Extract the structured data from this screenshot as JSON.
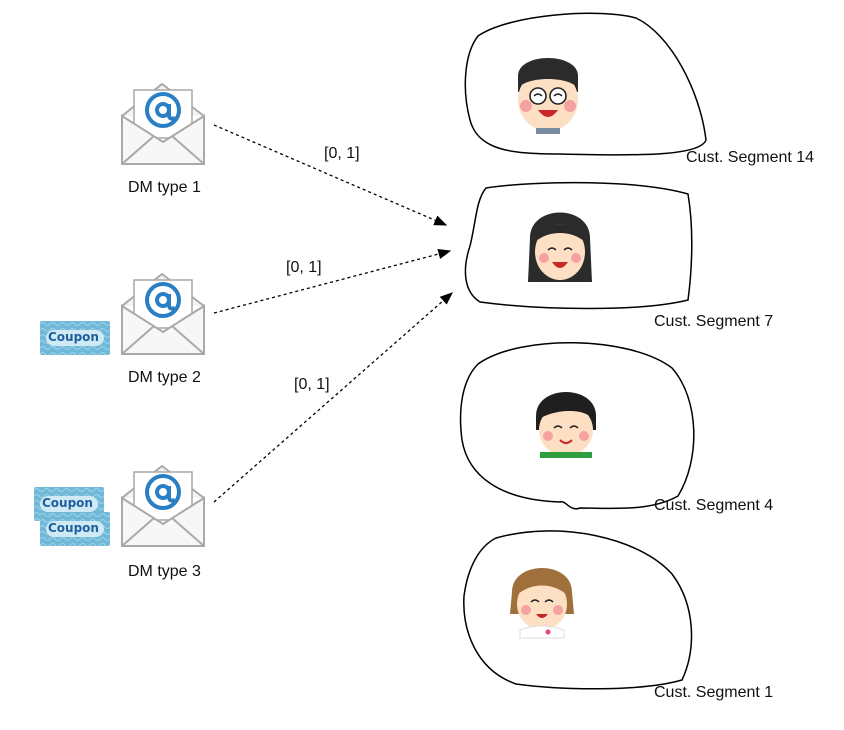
{
  "dm_types": [
    {
      "label": "DM type 1",
      "coupons": 0
    },
    {
      "label": "DM type 2",
      "coupons": 1
    },
    {
      "label": "DM type 3",
      "coupons": 2
    }
  ],
  "coupon_text": "Coupon",
  "edge_labels": [
    "[0, 1]",
    "[0, 1]",
    "[0, 1]"
  ],
  "segments": [
    {
      "label": "Cust. Segment 14",
      "avatar": "man-with-glasses-icon"
    },
    {
      "label": "Cust. Segment 7",
      "avatar": "woman-long-hair-icon"
    },
    {
      "label": "Cust. Segment 4",
      "avatar": "boy-icon"
    },
    {
      "label": "Cust. Segment 1",
      "avatar": "girl-icon"
    }
  ],
  "colors": {
    "envelope_stroke": "#a9a9a9",
    "at_sign": "#2a7fc4",
    "coupon_bg": "#6fb8d8",
    "coupon_text": "#1f5f9e",
    "skin": "#fde0c4",
    "blush": "#f4a3a0"
  }
}
